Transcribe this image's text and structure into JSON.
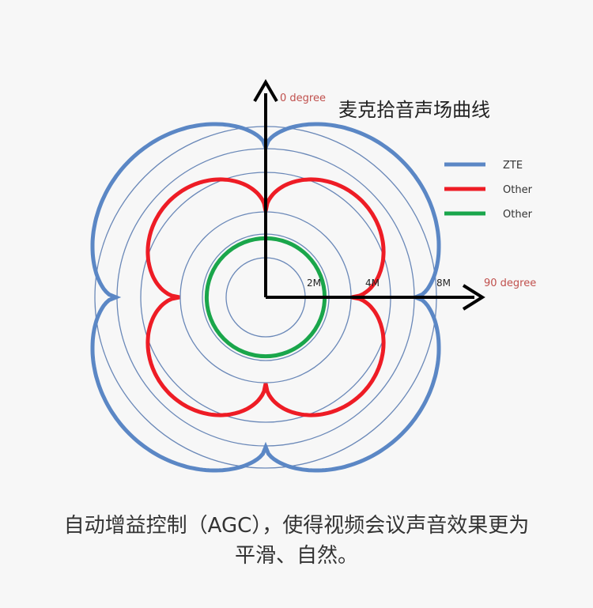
{
  "chart_data": {
    "type": "polar",
    "title": "麦克拾音声场曲线",
    "axis_labels": {
      "vertical": "0 degree",
      "horizontal": "90 degree"
    },
    "radial_ticks": [
      "2M",
      "4M",
      "8M"
    ],
    "legend": [
      {
        "name": "ZTE",
        "color": "#5b87c5"
      },
      {
        "name": "Other",
        "color": "#ee1c25"
      },
      {
        "name": "Other",
        "color": "#1aa64b"
      }
    ],
    "series": [
      {
        "name": "ZTE",
        "color": "#5b87c5",
        "shape": "four-lobe",
        "lobe_radius": 8.5,
        "min_radius": 6.6
      },
      {
        "name": "Other",
        "color": "#ee1c25",
        "shape": "four-lobe",
        "lobe_radius": 6.0,
        "min_radius": 3.8
      },
      {
        "name": "Other",
        "color": "#1aa64b",
        "shape": "circle",
        "lobe_radius": 2.6,
        "min_radius": 2.6
      }
    ]
  },
  "caption": {
    "line1": "自动增益控制（AGC），使得视频会议声音效果更为",
    "line2": "平滑、自然。"
  },
  "colors": {
    "grid": "#6a88b8",
    "axis": "#000000",
    "axis_label": "#c0504d"
  }
}
